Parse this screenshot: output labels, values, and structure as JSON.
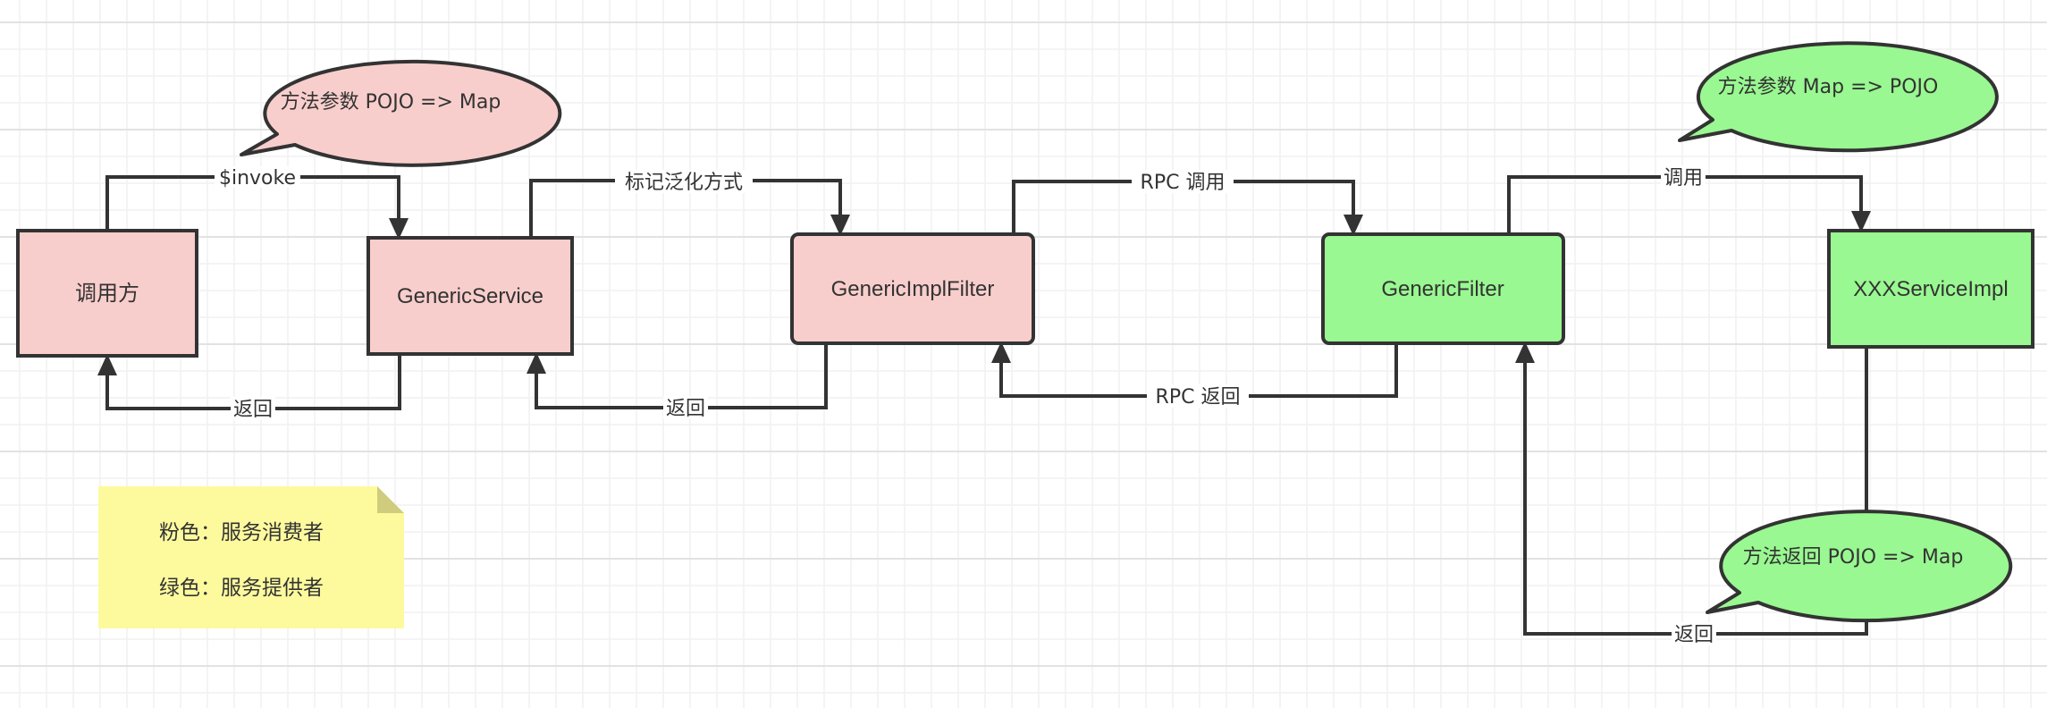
{
  "colors": {
    "consumer_fill": "#f8cecc",
    "provider_fill": "#99f891",
    "note_fill": "#fdfa9e",
    "note_fold": "#cfcd7d",
    "stroke": "#333333",
    "grid_minor": "#f1f1f1",
    "grid_major": "#e2e2e2"
  },
  "nodes": {
    "caller": "调用方",
    "generic_service": "GenericService",
    "generic_impl_filter": "GenericImplFilter",
    "generic_filter": "GenericFilter",
    "service_impl": "XXXServiceImpl"
  },
  "edges": {
    "caller_to_service": "$invoke",
    "service_to_caller": "返回",
    "service_to_impl_filter": "标记泛化方式",
    "impl_filter_to_service": "返回",
    "impl_filter_to_filter": "RPC 调用",
    "filter_to_impl_filter": "RPC 返回",
    "filter_to_impl": "调用",
    "impl_to_filter": "返回"
  },
  "callouts": {
    "consumer_params": "方法参数 POJO => Map",
    "provider_params": "方法参数 Map => POJO",
    "provider_return": "方法返回 POJO => Map"
  },
  "legend": {
    "pink": "粉色：服务消费者",
    "green": "绿色：服务提供者"
  }
}
